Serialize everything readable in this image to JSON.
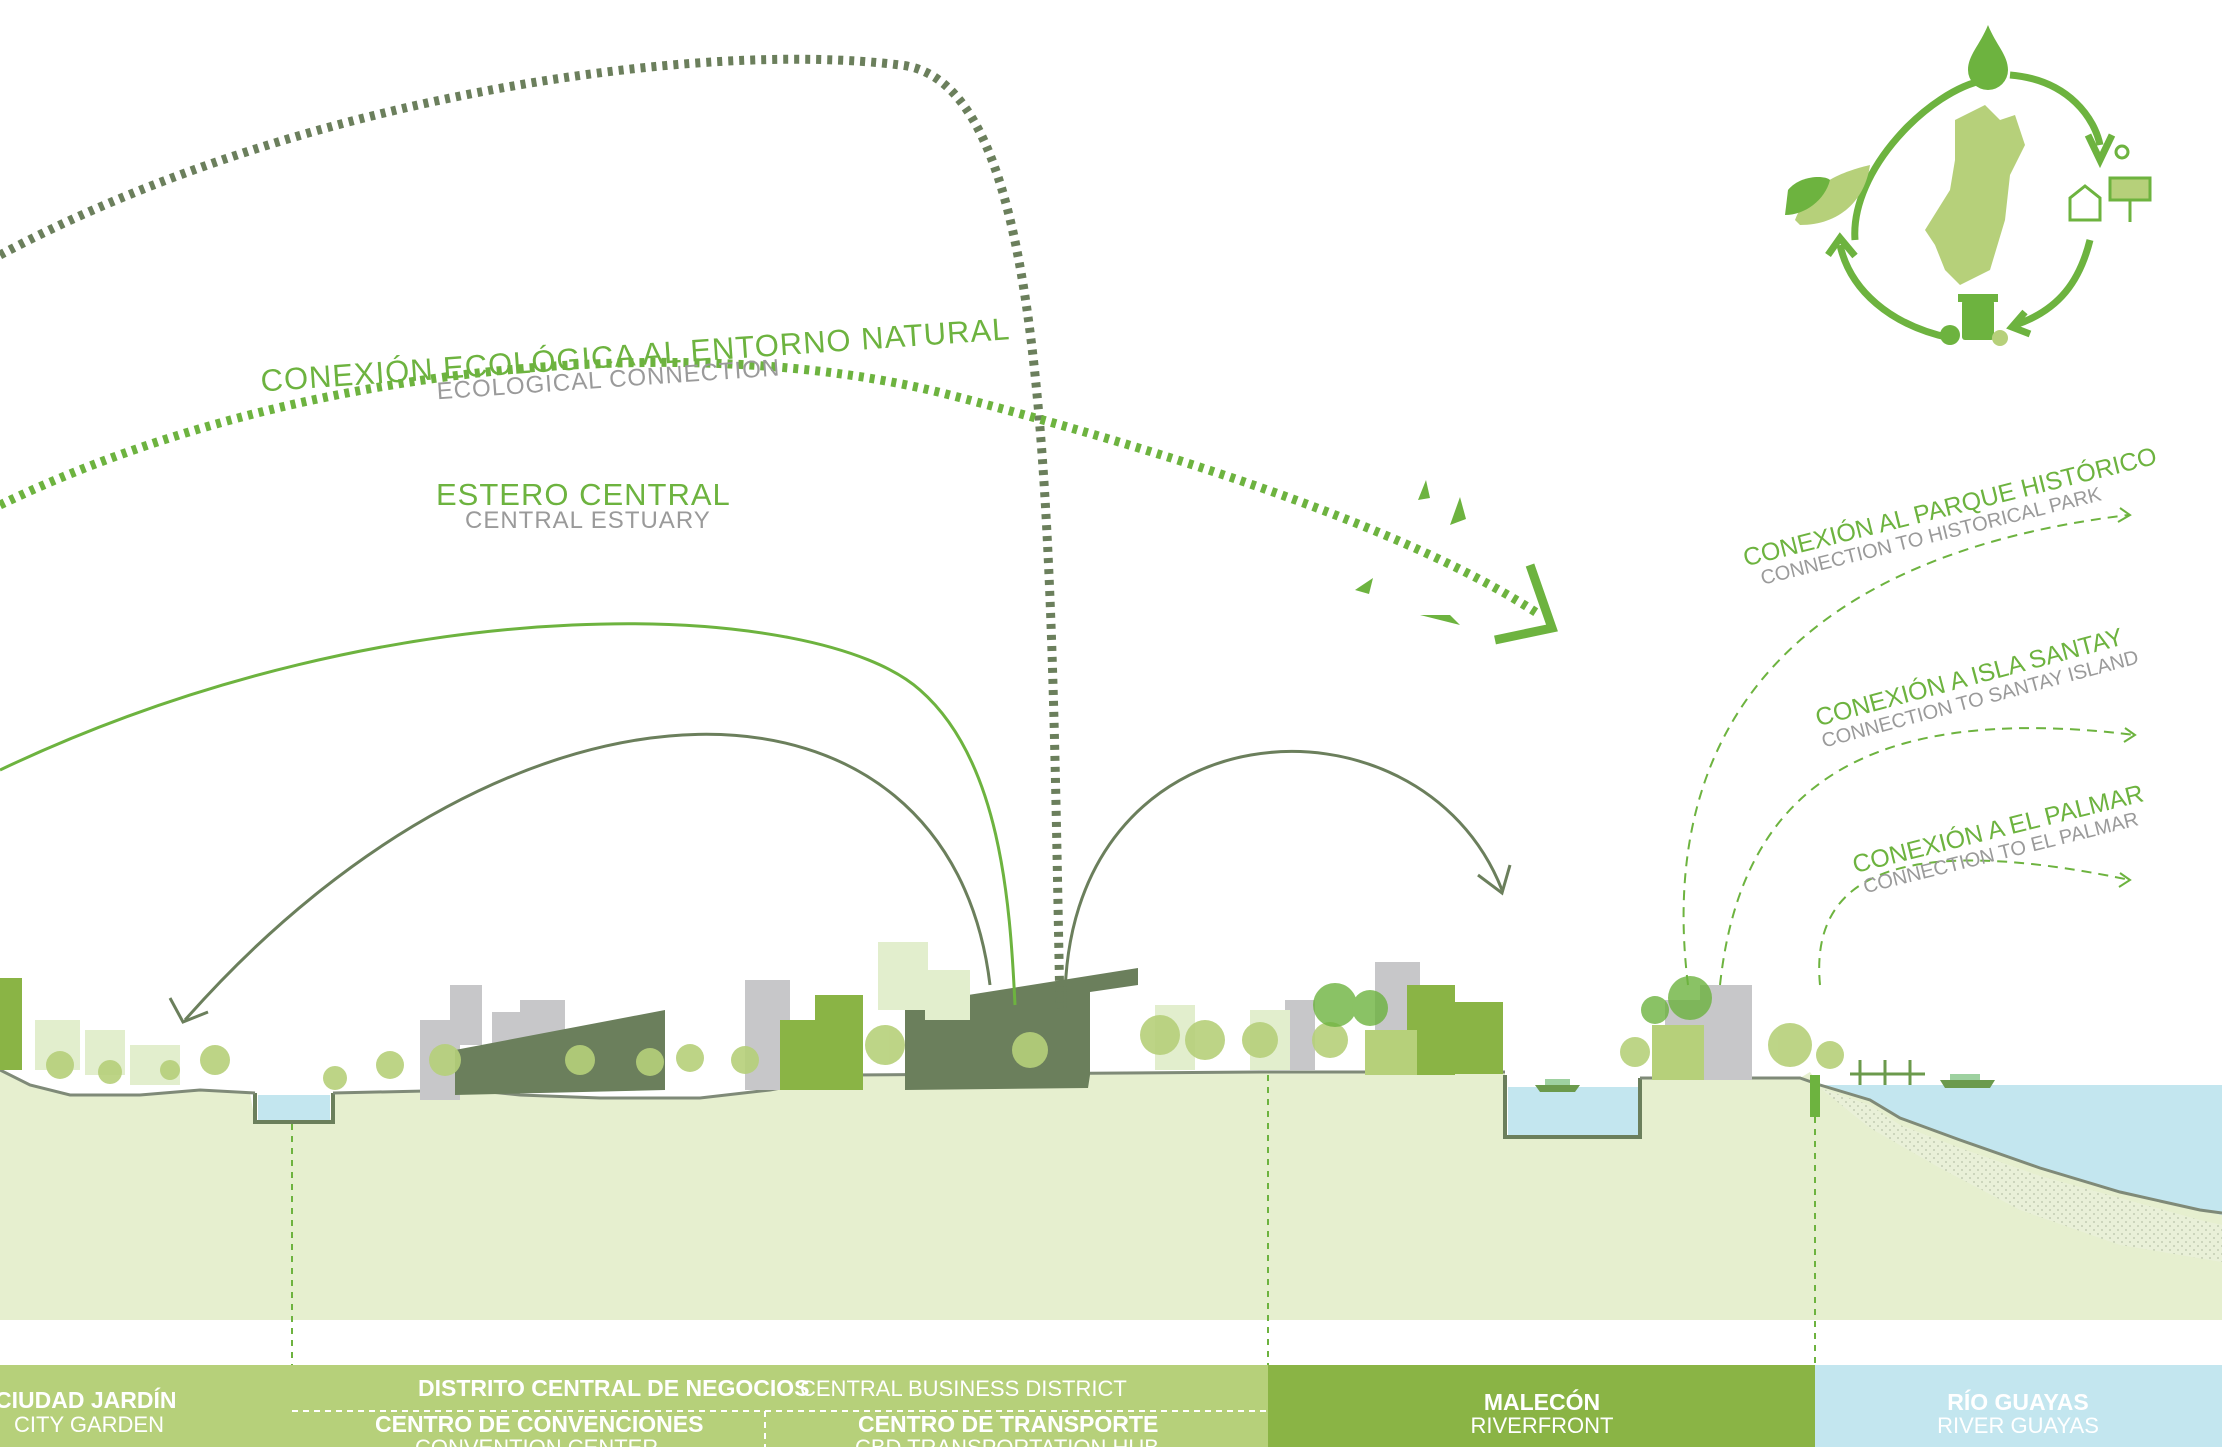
{
  "labels": {
    "ecological_main": "CONEXIÓN ECOLÓGICA AL ENTORNO NATURAL",
    "ecological_sub": "ECOLOGICAL CONNECTION",
    "estuary_main": "ESTERO CENTRAL",
    "estuary_sub": "CENTRAL ESTUARY",
    "park_main": "CONEXIÓN AL PARQUE HISTÓRICO",
    "park_sub": "CONNECTION TO HISTORICAL PARK",
    "santay_main": "CONEXIÓN A ISLA SANTAY",
    "santay_sub": "CONNECTION TO SANTAY ISLAND",
    "palmar_main": "CONEXIÓN A EL PALMAR",
    "palmar_sub": "CONNECTION TO EL PALMAR"
  },
  "zones": {
    "city_garden_main": "CIUDAD JARDÍN",
    "city_garden_sub": "CITY GARDEN",
    "cbd_main": "DISTRITO CENTRAL DE NEGOCIOS",
    "cbd_sub": "CENTRAL BUSINESS DISTRICT",
    "convention_main": "CENTRO DE CONVENCIONES",
    "convention_sub": "CONVENTION CENTER",
    "transport_main": "CENTRO DE TRANSPORTE",
    "transport_sub": "CBD TRANSPORTATION HUB",
    "riverfront_main": "MALECÓN",
    "riverfront_sub": "RIVERFRONT",
    "river_main": "RÍO GUAYAS",
    "river_sub": "RIVER GUAYAS"
  },
  "cycle_icons": [
    "water-drop-icon",
    "house-solar-icon",
    "trash-bin-icon",
    "leaf-icon"
  ],
  "colors": {
    "green_bright": "#6db33f",
    "green_mid": "#8ab445",
    "green_band": "#b6d07a",
    "green_dark": "#6b7f5c",
    "ground": "#e6efcf",
    "water": "#c3e6ef",
    "gray": "#c7c7c9"
  }
}
